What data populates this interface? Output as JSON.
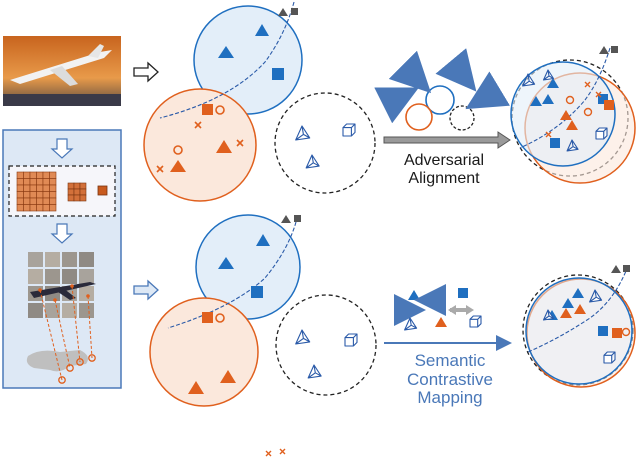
{
  "labels": {
    "adversarial": [
      "Adversarial",
      "Alignment"
    ],
    "semantic": [
      "Semantic",
      "Contrastive",
      "Mapping"
    ]
  },
  "colors": {
    "source_blue": "#1f6fc0",
    "source_fill": "#e3eef9",
    "target_orange": "#e0601e",
    "target_fill": "#fbe8dc",
    "unknown_gray": "#555555",
    "panel_border": "#4a78b8",
    "panel_fill": "#dde8f5",
    "text_blue": "#4a78b8"
  },
  "icons": [
    "airplane-photo",
    "feature-grid-icon",
    "patch-grid-icon",
    "down-arrow-icon",
    "right-arrow-icon",
    "triangle-icon",
    "square-icon",
    "pyramid-icon",
    "cube-icon",
    "cross-icon",
    "circle-marker-icon"
  ]
}
